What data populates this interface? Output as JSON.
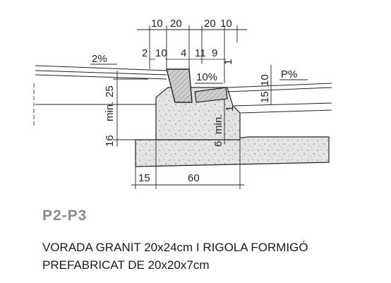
{
  "drawing": {
    "dims": {
      "top_10a": "10",
      "top_20a": "20",
      "top_20b": "20",
      "top_10b": "10",
      "d2": "2",
      "d10": "10",
      "d4": "4",
      "d11": "11",
      "d9": "9",
      "d1": "1",
      "slope_left": "2%",
      "slope_mid": "10%",
      "slope_right": "P%",
      "v25": "25",
      "vmin_left": "min.",
      "v16": "16",
      "vmin_mid": "min.",
      "v6": "6",
      "v10": "10",
      "v15_right": "15",
      "v1": "1",
      "bottom_15": "15",
      "bottom_60": "60"
    }
  },
  "product": {
    "code": "P2-P3",
    "description_line1": "VORADA GRANIT 20x24cm I RIGOLA FORMIGÓ",
    "description_line2": "PREFABRICAT DE 20x20x7cm"
  }
}
